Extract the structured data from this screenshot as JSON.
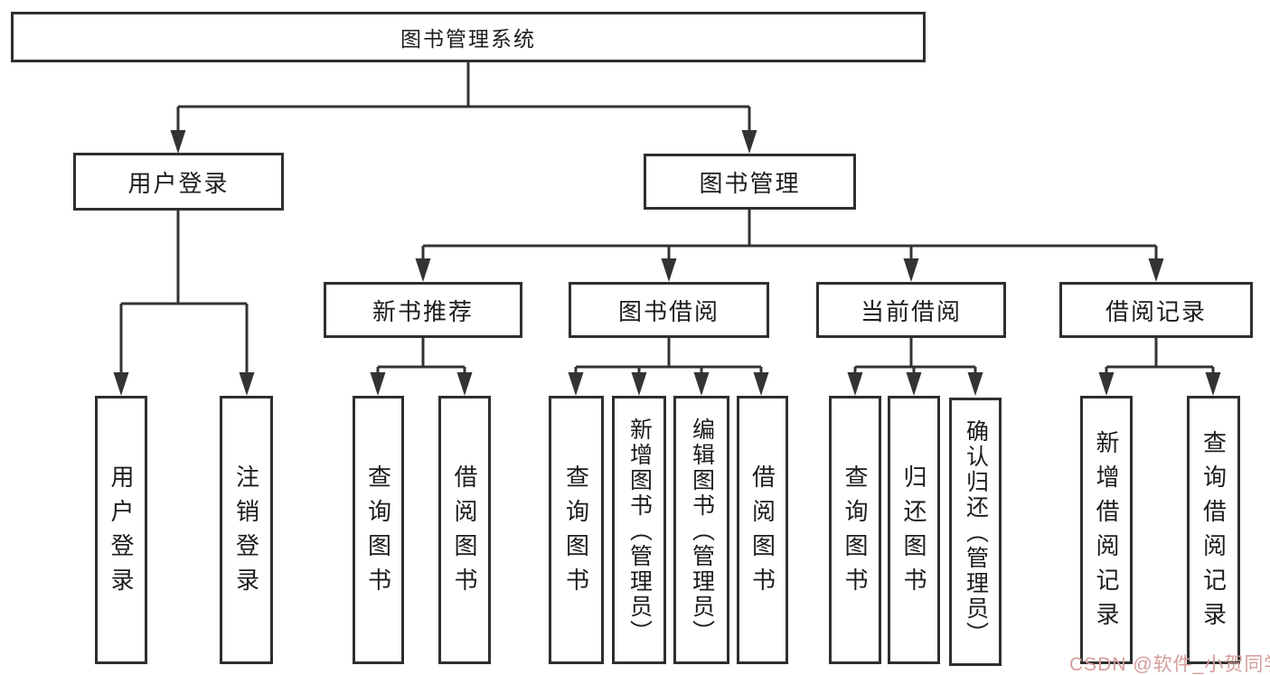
{
  "colors": {
    "background": "#ffffff",
    "line": "#333333",
    "box_border": "#2f2f2f",
    "text": "#1c1c1c",
    "watermark": "#d59e9a"
  },
  "watermark": {
    "text": "CSDN @软件_小贺同学"
  },
  "diagram": {
    "root": {
      "label": "图书管理系统",
      "children": [
        {
          "label": "用户登录",
          "children": [
            {
              "label": "用户登录"
            },
            {
              "label": "注销登录"
            }
          ]
        },
        {
          "label": "图书管理",
          "children": [
            {
              "label": "新书推荐",
              "children": [
                {
                  "label": "查询图书"
                },
                {
                  "label": "借阅图书"
                }
              ]
            },
            {
              "label": "图书借阅",
              "children": [
                {
                  "label": "查询图书"
                },
                {
                  "label": "新增图书（管理员）"
                },
                {
                  "label": "编辑图书（管理员）"
                },
                {
                  "label": "借阅图书"
                }
              ]
            },
            {
              "label": "当前借阅",
              "children": [
                {
                  "label": "查询图书"
                },
                {
                  "label": "归还图书"
                },
                {
                  "label": "确认归还（管理员）"
                }
              ]
            },
            {
              "label": "借阅记录",
              "children": [
                {
                  "label": "新增借阅记录"
                },
                {
                  "label": "查询借阅记录"
                }
              ]
            }
          ]
        }
      ]
    }
  }
}
